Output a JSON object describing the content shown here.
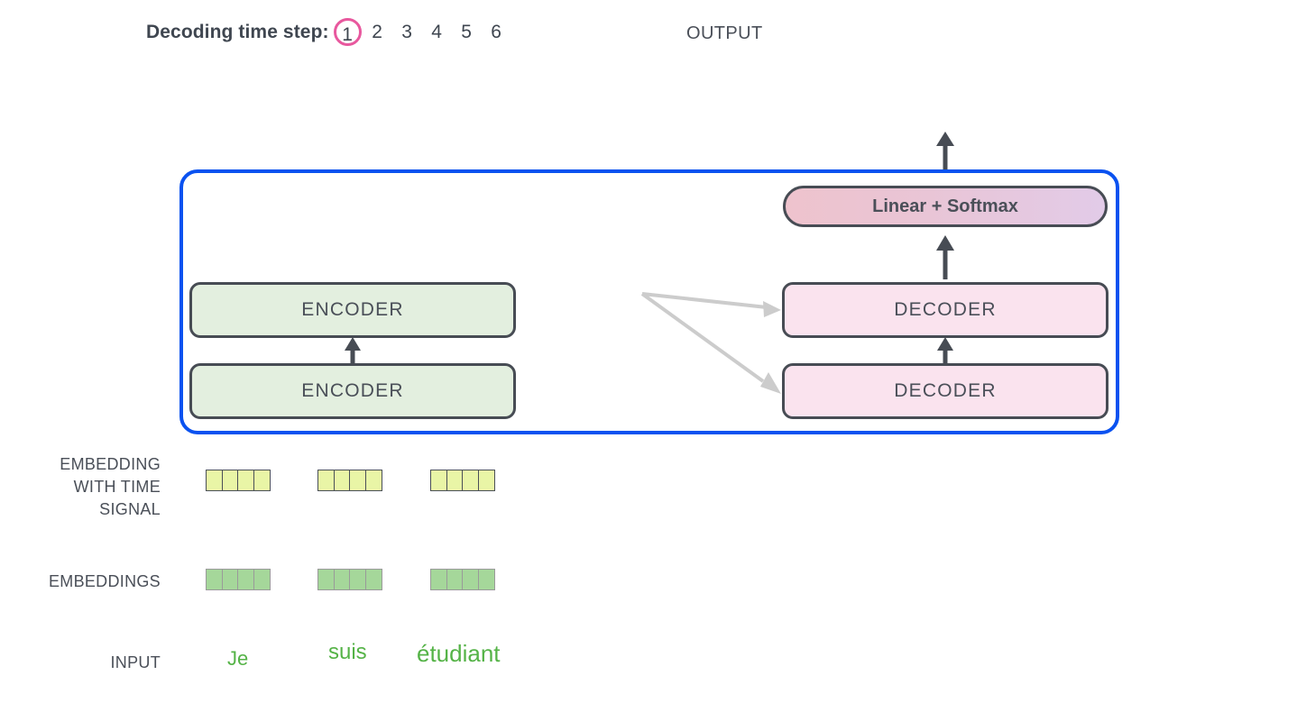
{
  "header": {
    "decoding_label": "Decoding time step:",
    "steps": [
      "1",
      "2",
      "3",
      "4",
      "5",
      "6"
    ],
    "active_step_index": 0,
    "active_step_ring_color": "#e8589e",
    "output_label": "OUTPUT"
  },
  "model": {
    "container_border_color": "#0a52f0",
    "encoder_stack": [
      {
        "label": "ENCODER"
      },
      {
        "label": "ENCODER"
      }
    ],
    "decoder_stack": [
      {
        "label": "DECODER"
      },
      {
        "label": "DECODER"
      }
    ],
    "output_head": {
      "label": "Linear + Softmax",
      "gradient_from": "#eec3cd",
      "gradient_to": "#e2cbe8"
    },
    "encoder_fill": "#e3efdf",
    "decoder_fill": "#fae3ee",
    "box_border_color": "#474c54"
  },
  "rows": {
    "embedding_with_time_signal": {
      "label_lines": [
        "EMBEDDING",
        "WITH TIME",
        "SIGNAL"
      ],
      "cell_color": "#e9f5a6",
      "cells_per_vector": 4,
      "vectors": 3
    },
    "embeddings": {
      "label": "EMBEDDINGS",
      "cell_color": "#a5d79a",
      "cells_per_vector": 4,
      "vectors": 3
    },
    "input": {
      "label": "INPUT",
      "word_color": "#55b347",
      "words": [
        "Je",
        "suis",
        "étudiant"
      ]
    }
  },
  "arrows": {
    "cross_attention_color": "#cccccc",
    "flow_color": "#474c54",
    "cross_attention_count": 2
  }
}
